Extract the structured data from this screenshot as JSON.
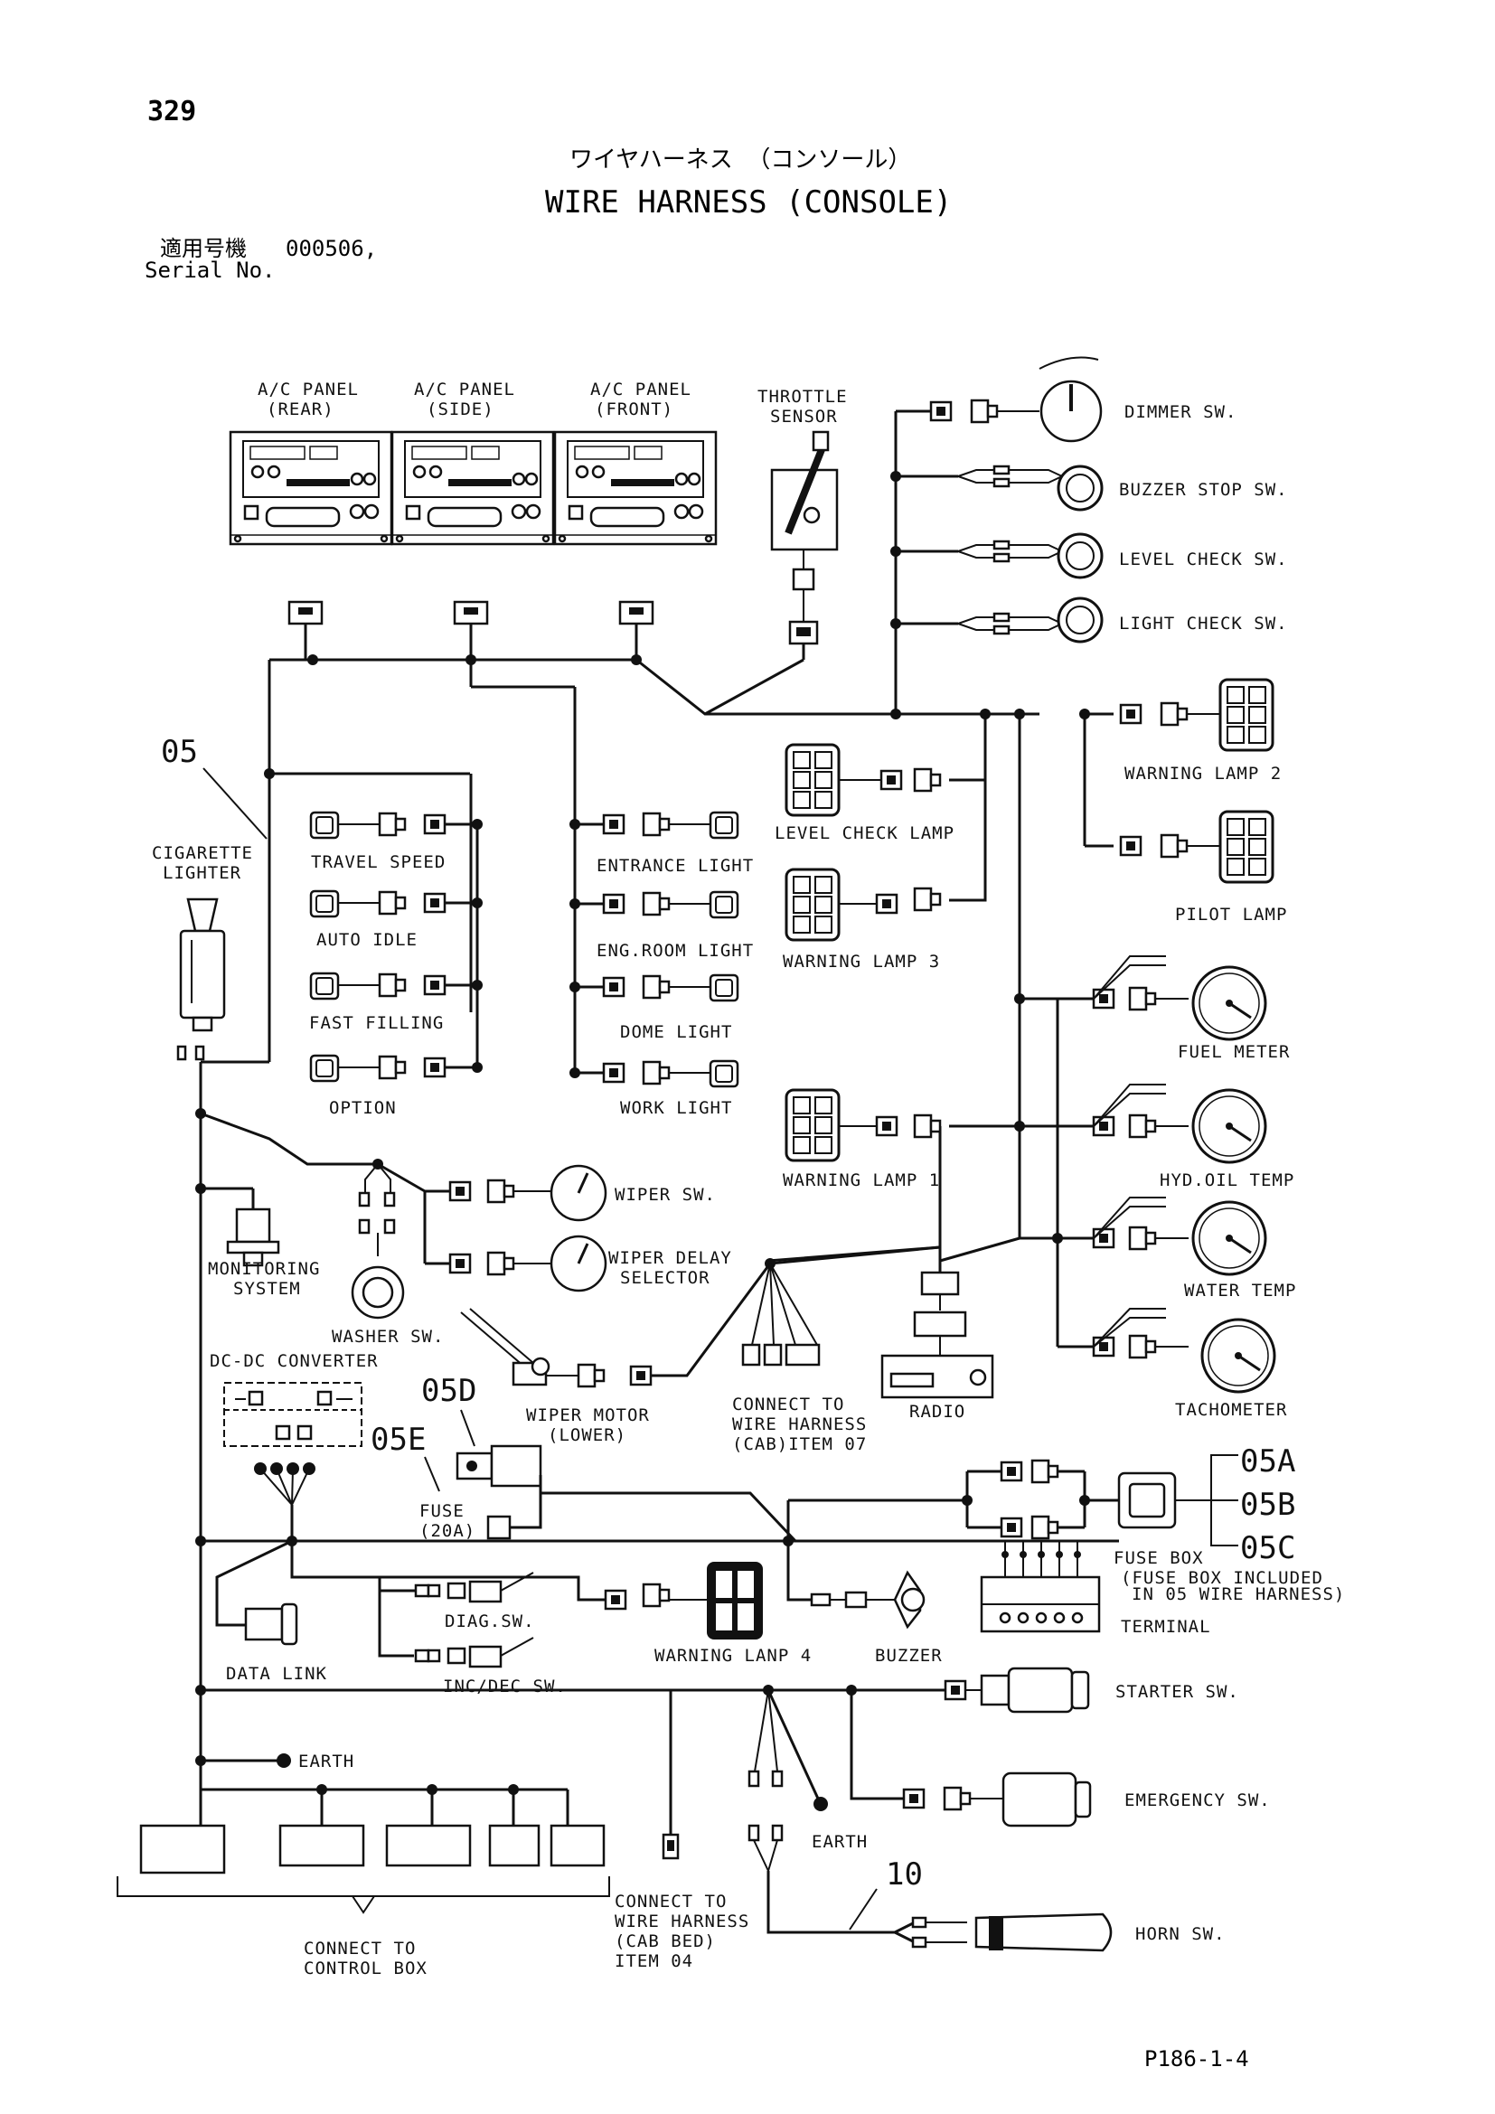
{
  "page_number": "329",
  "title_jp": "ワイヤハーネス （コンソール）",
  "title_en": "WIRE HARNESS (CONSOLE)",
  "serial_jp": "適用号機",
  "serial_value": "000506,",
  "serial_en": "Serial No.",
  "footer_code": "P186-1-4",
  "labels": {
    "ac_rear_1": "A/C PANEL",
    "ac_rear_2": "(REAR)",
    "ac_side_1": "A/C PANEL",
    "ac_side_2": "(SIDE)",
    "ac_front_1": "A/C PANEL",
    "ac_front_2": "(FRONT)",
    "throttle_1": "THROTTLE",
    "throttle_2": "SENSOR",
    "dimmer": "DIMMER SW.",
    "buzzer_stop": "BUZZER STOP SW.",
    "level_check_sw": "LEVEL CHECK SW.",
    "light_check_sw": "LIGHT CHECK SW.",
    "warning_lamp_2": "WARNING LAMP 2",
    "pilot_lamp": "PILOT LAMP",
    "level_check_lamp": "LEVEL CHECK LAMP",
    "warning_lamp_3": "WARNING LAMP 3",
    "warning_lamp_1": "WARNING LAMP 1",
    "fuel_meter": "FUEL METER",
    "hyd_oil_temp": "HYD.OIL TEMP",
    "water_temp": "WATER TEMP",
    "tachometer": "TACHOMETER",
    "ref_05": "05",
    "cig_1": "CIGARETTE",
    "cig_2": "LIGHTER",
    "travel_speed": "TRAVEL SPEED",
    "auto_idle": "AUTO IDLE",
    "fast_filling": "FAST FILLING",
    "option": "OPTION",
    "entrance_light": "ENTRANCE LIGHT",
    "eng_room_light": "ENG.ROOM LIGHT",
    "dome_light": "DOME LIGHT",
    "work_light": "WORK LIGHT",
    "wiper_sw": "WIPER SW.",
    "wiper_delay_1": "WIPER DELAY",
    "wiper_delay_2": "SELECTOR",
    "monitoring_1": "MONITORING",
    "monitoring_2": "SYSTEM",
    "washer_sw": "WASHER SW.",
    "dcdc": "DC-DC CONVERTER",
    "ref_05d": "05D",
    "ref_05e": "05E",
    "wiper_motor_1": "WIPER MOTOR",
    "wiper_motor_2": "(LOWER)",
    "connect_cab_1": "CONNECT TO",
    "connect_cab_2": "WIRE HARNESS",
    "connect_cab_3": "(CAB)ITEM 07",
    "radio": "RADIO",
    "ref_05a": "05A",
    "ref_05b": "05B",
    "ref_05c": "05C",
    "fuse_1": "FUSE",
    "fuse_2": "(20A)",
    "fuse_box": "FUSE BOX",
    "fuse_box_note_1": "(FUSE BOX INCLUDED",
    "fuse_box_note_2": "IN 05 WIRE HARNESS)",
    "terminal": "TERMINAL",
    "diag_sw": "DIAG.SW.",
    "inc_dec_sw": "INC/DEC SW.",
    "data_link": "DATA LINK",
    "warning_lamp_4": "WARNING LANP 4",
    "buzzer": "BUZZER",
    "starter_sw": "STARTER SW.",
    "earth_1": "EARTH",
    "emergency_sw": "EMERGENCY SW.",
    "earth_2": "EARTH",
    "ref_10": "10",
    "connect_bed_1": "CONNECT TO",
    "connect_bed_2": "WIRE HARNESS",
    "connect_bed_3": "(CAB BED)",
    "connect_bed_4": "ITEM 04",
    "horn_sw": "HORN SW.",
    "control_box_1": "CONNECT TO",
    "control_box_2": "CONTROL BOX"
  }
}
